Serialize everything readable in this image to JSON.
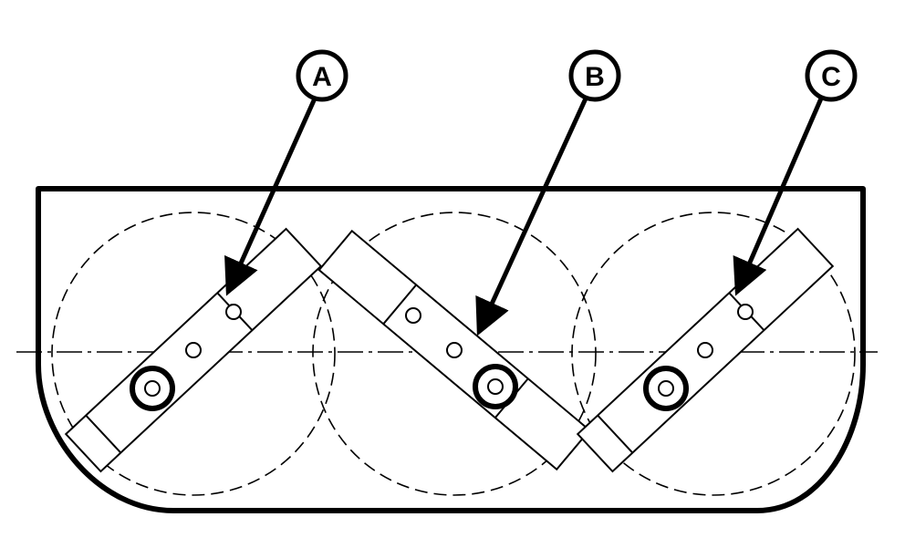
{
  "colors": {
    "ink": "#000000",
    "paper": "#ffffff"
  },
  "callouts": [
    {
      "letter": "A"
    },
    {
      "letter": "B"
    },
    {
      "letter": "C"
    }
  ]
}
